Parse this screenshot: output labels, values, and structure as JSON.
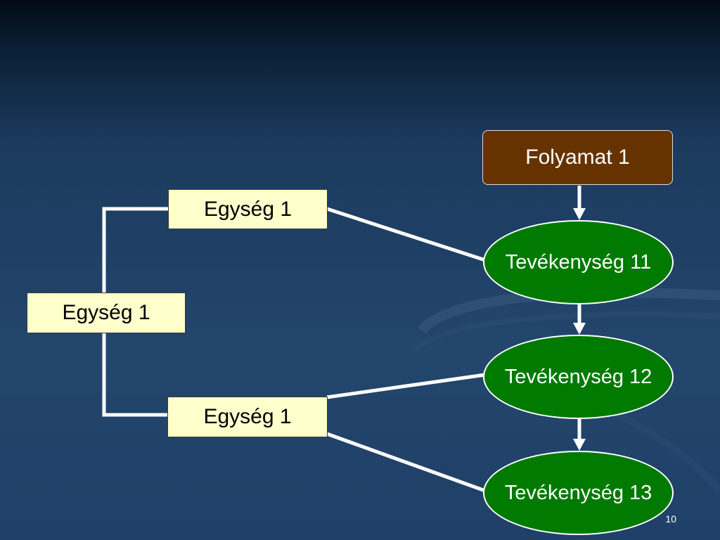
{
  "diagram": {
    "process": {
      "label": "Folyamat 1"
    },
    "units": [
      {
        "label": "Egység 1"
      },
      {
        "label": "Egység 1"
      },
      {
        "label": "Egység 1"
      }
    ],
    "activities": [
      {
        "label": "Tevékenység 11"
      },
      {
        "label": "Tevékenység 12"
      },
      {
        "label": "Tevékenység 13"
      }
    ]
  },
  "slide": {
    "page_number": "10"
  },
  "colors": {
    "unit_fill": "#ffffcc",
    "process_fill": "#663300",
    "activity_fill": "#007a00",
    "connector": "#ffffff"
  }
}
